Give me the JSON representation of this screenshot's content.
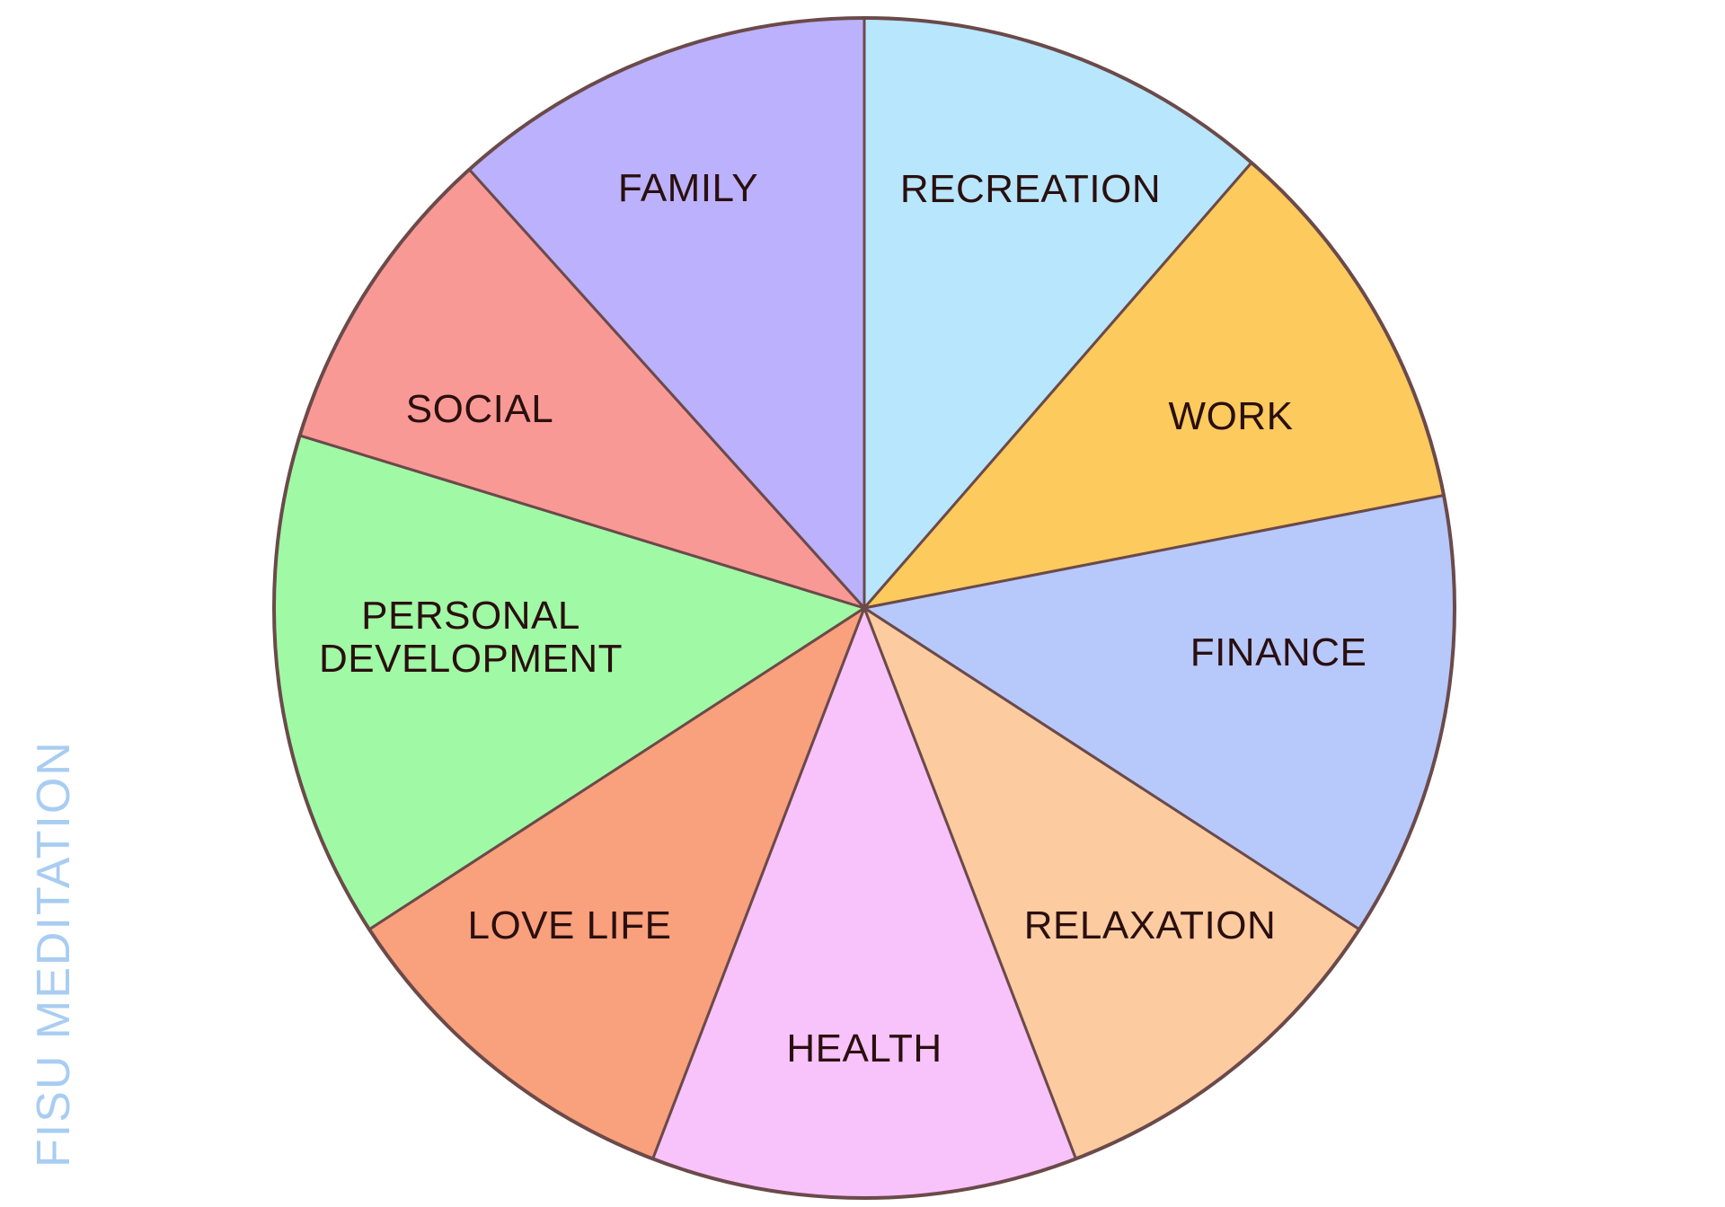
{
  "diagram": {
    "type": "wheel",
    "outline_color": "#6b4a4a",
    "segments": [
      {
        "label_lines": [
          "RECREATION"
        ],
        "color": "#b8e6fc"
      },
      {
        "label_lines": [
          "WORK"
        ],
        "color": "#fcca5d"
      },
      {
        "label_lines": [
          "FINANCE"
        ],
        "color": "#b7c8fb"
      },
      {
        "label_lines": [
          "RELAXATION"
        ],
        "color": "#fccba0"
      },
      {
        "label_lines": [
          "HEALTH"
        ],
        "color": "#f8c2fb"
      },
      {
        "label_lines": [
          "LOVE  LIFE"
        ],
        "color": "#f9a07c"
      },
      {
        "label_lines": [
          "PERSONAL",
          "DEVELOPMENT"
        ],
        "color": "#a0f9a5"
      },
      {
        "label_lines": [
          "SOCIAL"
        ],
        "color": "#f99995"
      },
      {
        "label_lines": [
          "FAMILY"
        ],
        "color": "#bbb1fc"
      }
    ]
  },
  "watermark": {
    "text": "FISU MEDITATION",
    "color": "#a9cdf2"
  }
}
